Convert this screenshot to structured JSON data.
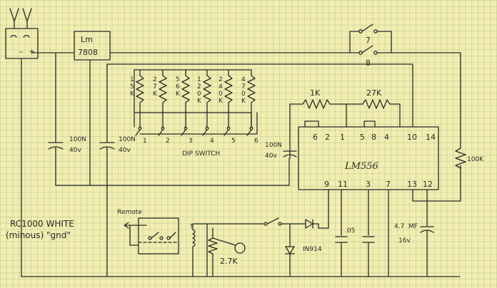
{
  "regulator": {
    "line1": "Lm",
    "line2": "7808"
  },
  "receiver_pins": {
    "minus": "–",
    "plus": "+"
  },
  "caps": {
    "c1_value": "100N",
    "c1_voltage": "40v",
    "c2_value": "100N",
    "c2_voltage": "40v",
    "c3_value": "100N",
    "c3_voltage": "40v",
    "c4_value": ".05",
    "c5_value": "4.7",
    "c5_unit": "MF",
    "c5_voltage": "16v"
  },
  "dip_resistors": [
    {
      "chars": [
        "1",
        "5",
        "K"
      ]
    },
    {
      "chars": [
        "2",
        "7",
        "K"
      ]
    },
    {
      "chars": [
        "5",
        "6",
        "K"
      ]
    },
    {
      "chars": [
        "1",
        "2",
        "0",
        "K"
      ]
    },
    {
      "chars": [
        "2",
        "4",
        "0",
        "K"
      ]
    },
    {
      "chars": [
        "4",
        "7",
        "0",
        "K"
      ]
    }
  ],
  "dip_switch": {
    "numbers": [
      "1",
      "2",
      "3",
      "4",
      "5",
      "6"
    ],
    "label": "DIP SWITCH"
  },
  "switches": {
    "sw7": "7",
    "sw8": "8"
  },
  "resistors": {
    "r1": "1K",
    "r2": "27K",
    "r3": "100K",
    "r4": "2.7K"
  },
  "ic": {
    "name": "LM556",
    "top_pins": [
      "6",
      "2",
      "1",
      "5",
      "8",
      "4",
      "10",
      "14"
    ],
    "bottom_pins": [
      "9",
      "11",
      "3",
      "7",
      "13",
      "12"
    ]
  },
  "diodes": {
    "d2": "IN914"
  },
  "remote": {
    "label": "Remote",
    "relay_marker": "†"
  },
  "notes": {
    "line1": "RC1000   WHITE",
    "line2": "(minous) \"gnd\""
  }
}
